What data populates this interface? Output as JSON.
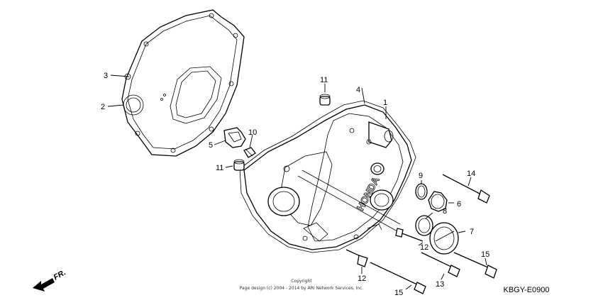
{
  "callouts": [
    {
      "id": "1",
      "label": "1"
    },
    {
      "id": "2",
      "label": "2"
    },
    {
      "id": "3",
      "label": "3"
    },
    {
      "id": "4",
      "label": "4"
    },
    {
      "id": "5",
      "label": "5"
    },
    {
      "id": "6",
      "label": "6"
    },
    {
      "id": "7",
      "label": "7"
    },
    {
      "id": "8",
      "label": "8"
    },
    {
      "id": "9",
      "label": "9"
    },
    {
      "id": "10",
      "label": "10"
    },
    {
      "id": "11a",
      "label": "11"
    },
    {
      "id": "11b",
      "label": "11"
    },
    {
      "id": "12a",
      "label": "12"
    },
    {
      "id": "12b",
      "label": "12"
    },
    {
      "id": "13",
      "label": "13"
    },
    {
      "id": "14",
      "label": "14"
    },
    {
      "id": "15a",
      "label": "15"
    },
    {
      "id": "15b",
      "label": "15"
    }
  ],
  "cover_logo": "HONDA",
  "direction_label": "FR.",
  "copyright_line1": "Copyright",
  "copyright_line2": "Page design (c) 2004 - 2014 by ARI Network Services, Inc.",
  "diagram_code": "KBGY-E0900",
  "colors": {
    "ink": "#000000",
    "paper": "#ffffff"
  }
}
